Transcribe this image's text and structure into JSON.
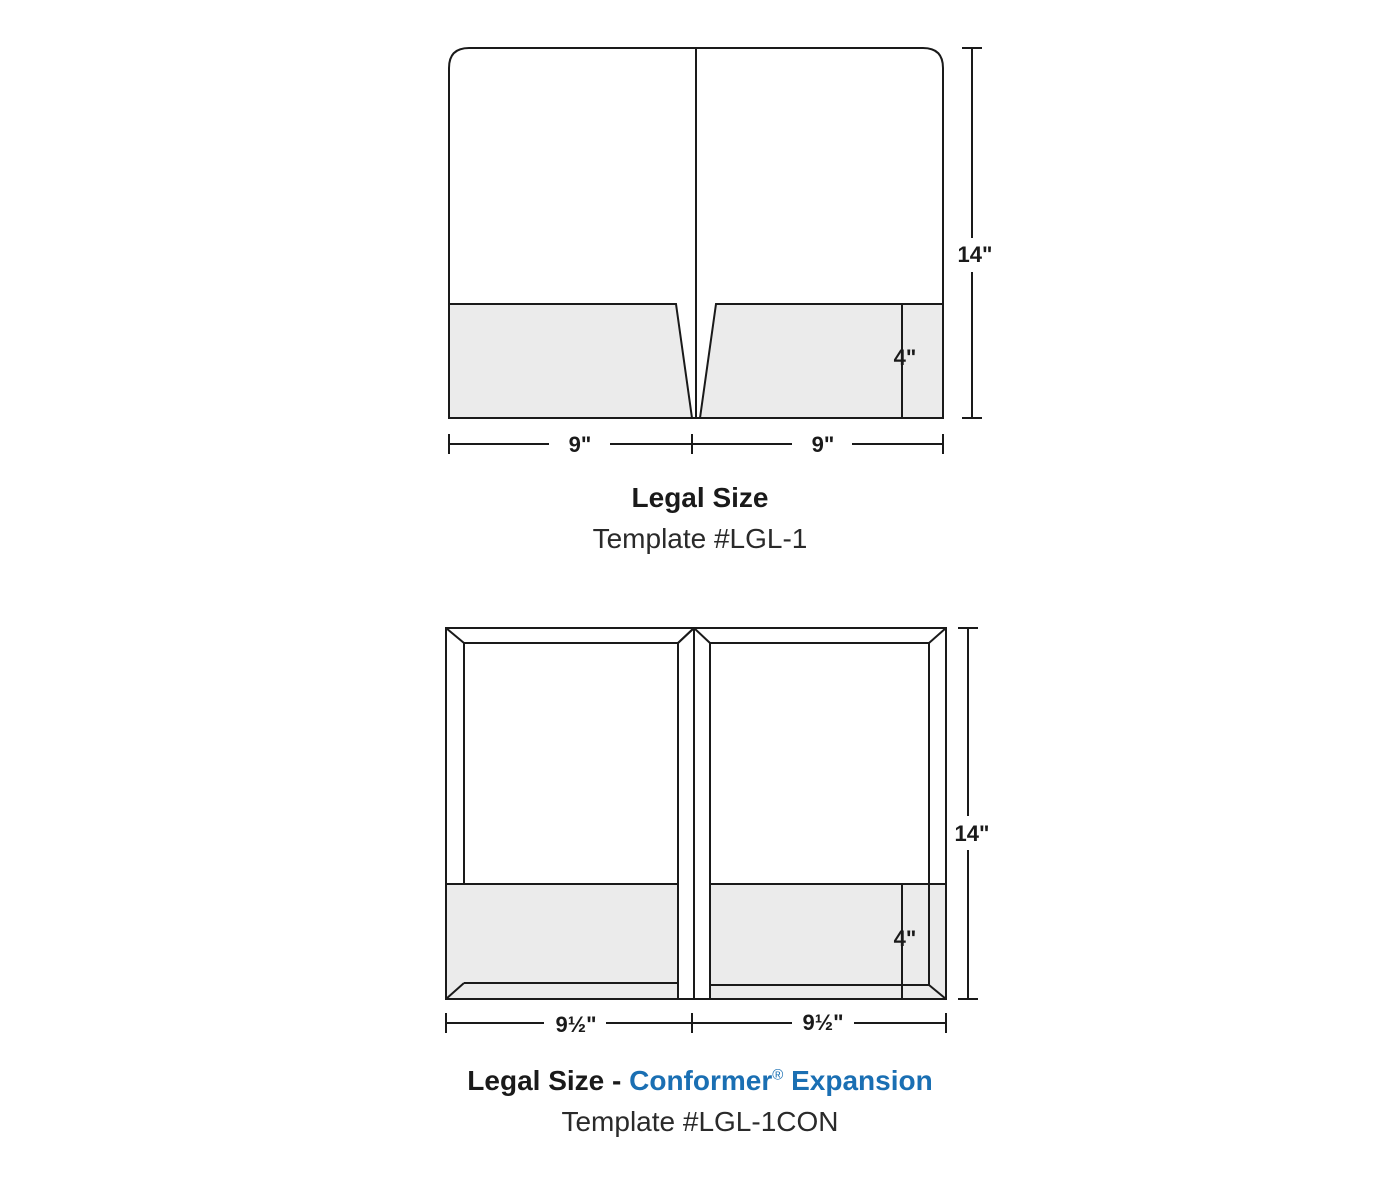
{
  "colors": {
    "line": "#1a1a1a",
    "pocket_fill": "#ebebeb",
    "accent": "#1a6fb3"
  },
  "folder_1": {
    "height_label": "14\"",
    "pocket_label": "4\"",
    "left_width_label": "9\"",
    "right_width_label": "9\"",
    "title": "Legal Size",
    "template": "Template #LGL-1"
  },
  "folder_2": {
    "height_label": "14\"",
    "pocket_label": "4\"",
    "left_width_label": "9½\"",
    "right_width_label": "9½\"",
    "title_prefix": "Legal Size - ",
    "title_accent": "Conformer",
    "title_reg": "®",
    "title_suffix": " Expansion",
    "template": "Template #LGL-1CON"
  }
}
